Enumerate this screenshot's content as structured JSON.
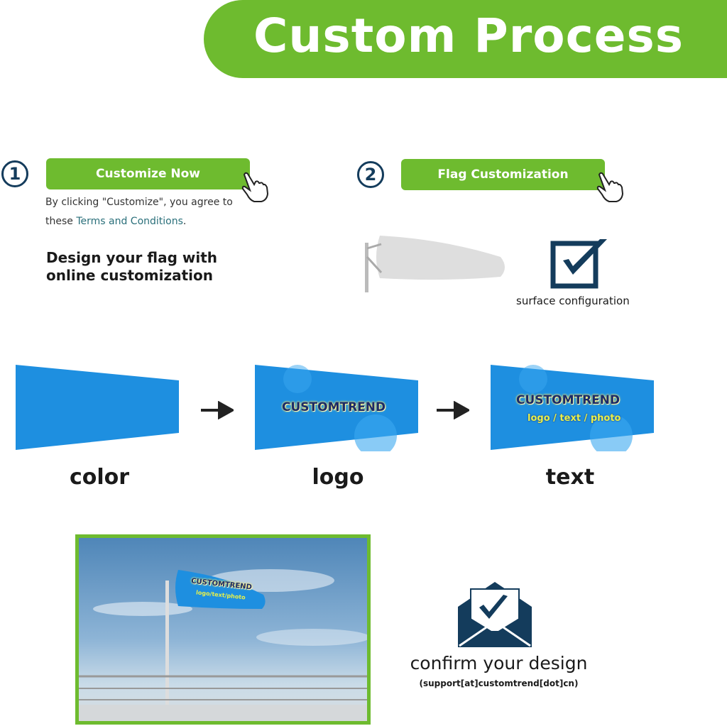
{
  "header": {
    "title": "Custom Process"
  },
  "step1": {
    "number": "1",
    "button": "Customize Now",
    "agree_prefix": "By clicking \"Customize\", you agree to",
    "agree_these": "these ",
    "terms_link": "Terms and Conditions",
    "agree_suffix": ".",
    "design_line1": "Design your flag with",
    "design_line2": "online customization"
  },
  "step2": {
    "number": "2",
    "button": "Flag Customization",
    "surface": "surface configuration"
  },
  "flags": [
    {
      "label": "color"
    },
    {
      "label": "logo",
      "logo": "CUSTOMTREND"
    },
    {
      "label": "text",
      "logo": "CUSTOMTREND",
      "sub": "logo / text / photo"
    }
  ],
  "photo": {
    "logo": "CUSTOMTREND",
    "sub": "logo/text/photo"
  },
  "confirm": {
    "title": "confirm your design",
    "email": "(support[at]customtrend[dot]cn)"
  },
  "colors": {
    "green": "#6ebb2f",
    "navy": "#143c5c",
    "flag_blue": "#1e8fe0"
  },
  "icons": [
    "hand-pointer-icon",
    "checkbox-icon",
    "arrow-right-icon",
    "envelope-check-icon"
  ]
}
